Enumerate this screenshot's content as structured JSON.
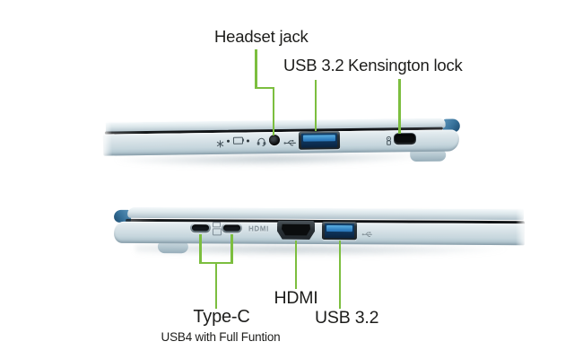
{
  "colors": {
    "accent_green": "#7CBE3F",
    "text": "#1D1D1B",
    "chassis_light": "#E9F0F3",
    "chassis_dark": "#A4BAC5",
    "seam_dark": "#0E1013",
    "hinge_blue": "#36719A",
    "usb_port_blue": "#2C7ABC"
  },
  "right_side_view": {
    "callouts": [
      {
        "id": "headset-jack",
        "label": "Headset jack"
      },
      {
        "id": "usb-3-2",
        "label": "USB 3.2"
      },
      {
        "id": "kensington-lock",
        "label": "Kensington lock"
      }
    ],
    "edge_icons": [
      "power-led-icon",
      "battery-led-icon",
      "headset-icon",
      "usb-icon",
      "kensington-lock-icon"
    ]
  },
  "left_side_view": {
    "callouts": [
      {
        "id": "type-c",
        "label": "Type-C",
        "sublabel": "USB4 with Full Funtion"
      },
      {
        "id": "hdmi",
        "label": "HDMI"
      },
      {
        "id": "usb-3-2",
        "label": "USB 3.2"
      }
    ],
    "embossed_port_text": "HDMI",
    "edge_icons": [
      "charging-battery-icon",
      "display-out-icon",
      "usb-icon"
    ]
  }
}
